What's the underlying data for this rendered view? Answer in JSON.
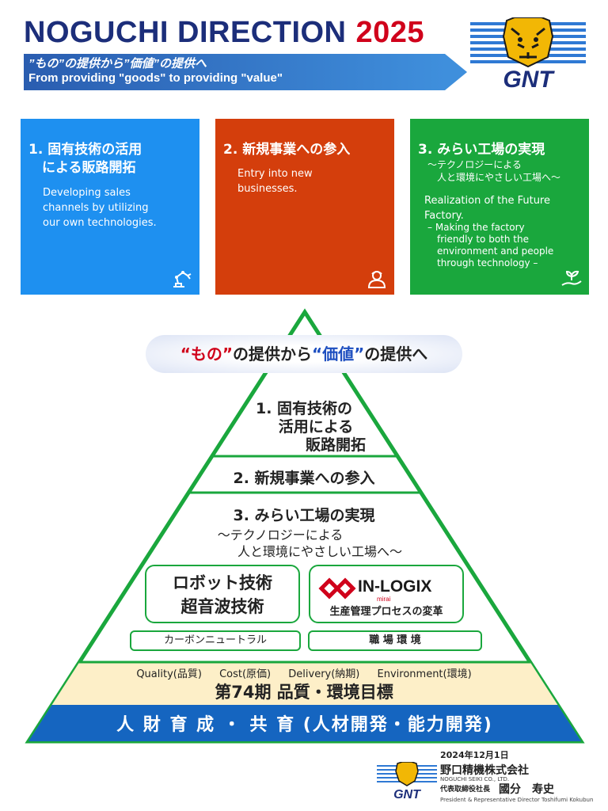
{
  "header": {
    "title": "NOGUCHI DIRECTION",
    "year": "2025",
    "banner_jp": "”もの”の提供から”価値”の提供へ",
    "banner_en": "From providing \"goods\" to providing \"value\"",
    "logo_text": "GNT"
  },
  "boxes": [
    {
      "heading": "1. 固有技術の活用\n　による販路開拓",
      "text": "Developing sales\nchannels by utilizing\nour own technologies.",
      "icon": "robot-arm-icon",
      "color": "#1e90f0"
    },
    {
      "heading": "2. 新規事業への参入",
      "text": "Entry into new\nbusinesses.",
      "icon": "worker-icon",
      "color": "#d43e0c"
    },
    {
      "heading": "3. みらい工場の実現",
      "subtitle": "～テクノロジーによる\n　人と環境にやさしい工場へ～",
      "text": "Realization of the Future\nFactory.",
      "text2": "– Making the factory\n　friendly to both the\n　environment and people\n　through technology –",
      "icon": "hand-plant-icon",
      "color": "#1aa73d"
    }
  ],
  "pyramid": {
    "pill": {
      "q_open": "“",
      "mono": "もの",
      "q_close": "”",
      "mid": "の提供から",
      "value": "“価値”",
      "end": "の提供へ"
    },
    "tier1": [
      "1. 固有技術の",
      "活用による",
      "販路開拓"
    ],
    "tier2": "2. 新規事業への参入",
    "tier3": "3. みらい工場の実現",
    "tier3_sub": [
      "～テクノロジーによる",
      "人と環境にやさしい工場へ～"
    ],
    "box_left": [
      "ロボット技術",
      "超音波技術"
    ],
    "inlogix_name": "IN-LOGIX",
    "inlogix_mirai": "mirai",
    "box_right_sub": "生産管理プロセスの変革",
    "small_left": "カーボンニュートラル",
    "small_right": "職 場 環 境",
    "quality": [
      "Quality(品質)",
      "Cost(原価)",
      "Delivery(納期)",
      "Environment(環境)"
    ],
    "goal": "第74期 品質・環境目標",
    "base": "人 財 育 成 ・ 共 育 (人材開発・能力開発)"
  },
  "footer": {
    "date": "2024年12月1日",
    "company": "野口精機株式会社",
    "company_en": "NOGUCHI SEIKI CO., LTD.",
    "role": "代表取締役社長",
    "name": "國分　寿史",
    "role_en": "President & Representative Director  Toshifumi Kokubun",
    "logo_text": "GNT"
  },
  "colors": {
    "navy": "#1c2e7a",
    "red": "#d0021b",
    "blue_box": "#1e90f0",
    "orange_box": "#d43e0c",
    "green": "#1aa73d",
    "base_band": "#1565c0",
    "cream": "#fdefc8"
  }
}
